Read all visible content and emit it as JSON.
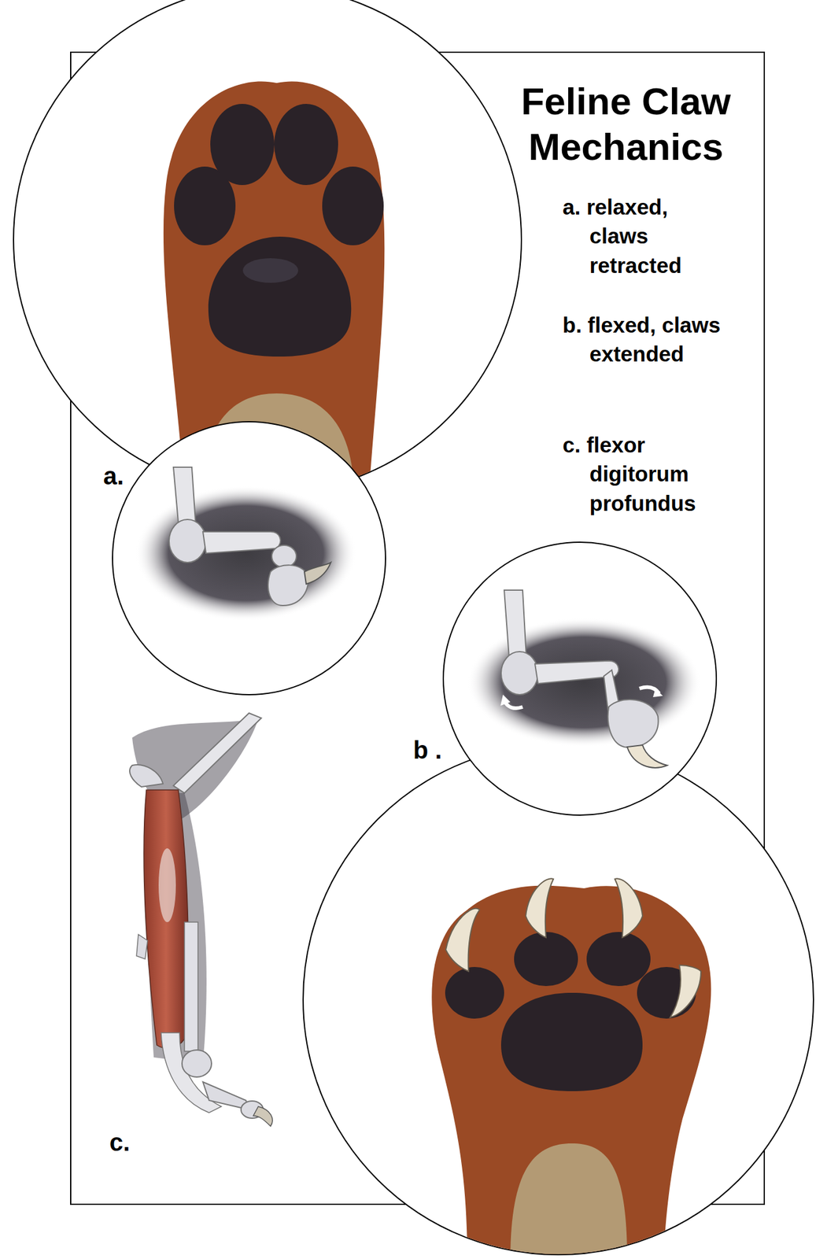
{
  "diagram": {
    "title": "Feline Claw Mechanics",
    "labels": [
      "a. relaxed, claws retracted",
      "b. flexed, claws extended",
      "c. flexor digitorum profundus",
      "a.",
      "b .",
      "c."
    ]
  }
}
